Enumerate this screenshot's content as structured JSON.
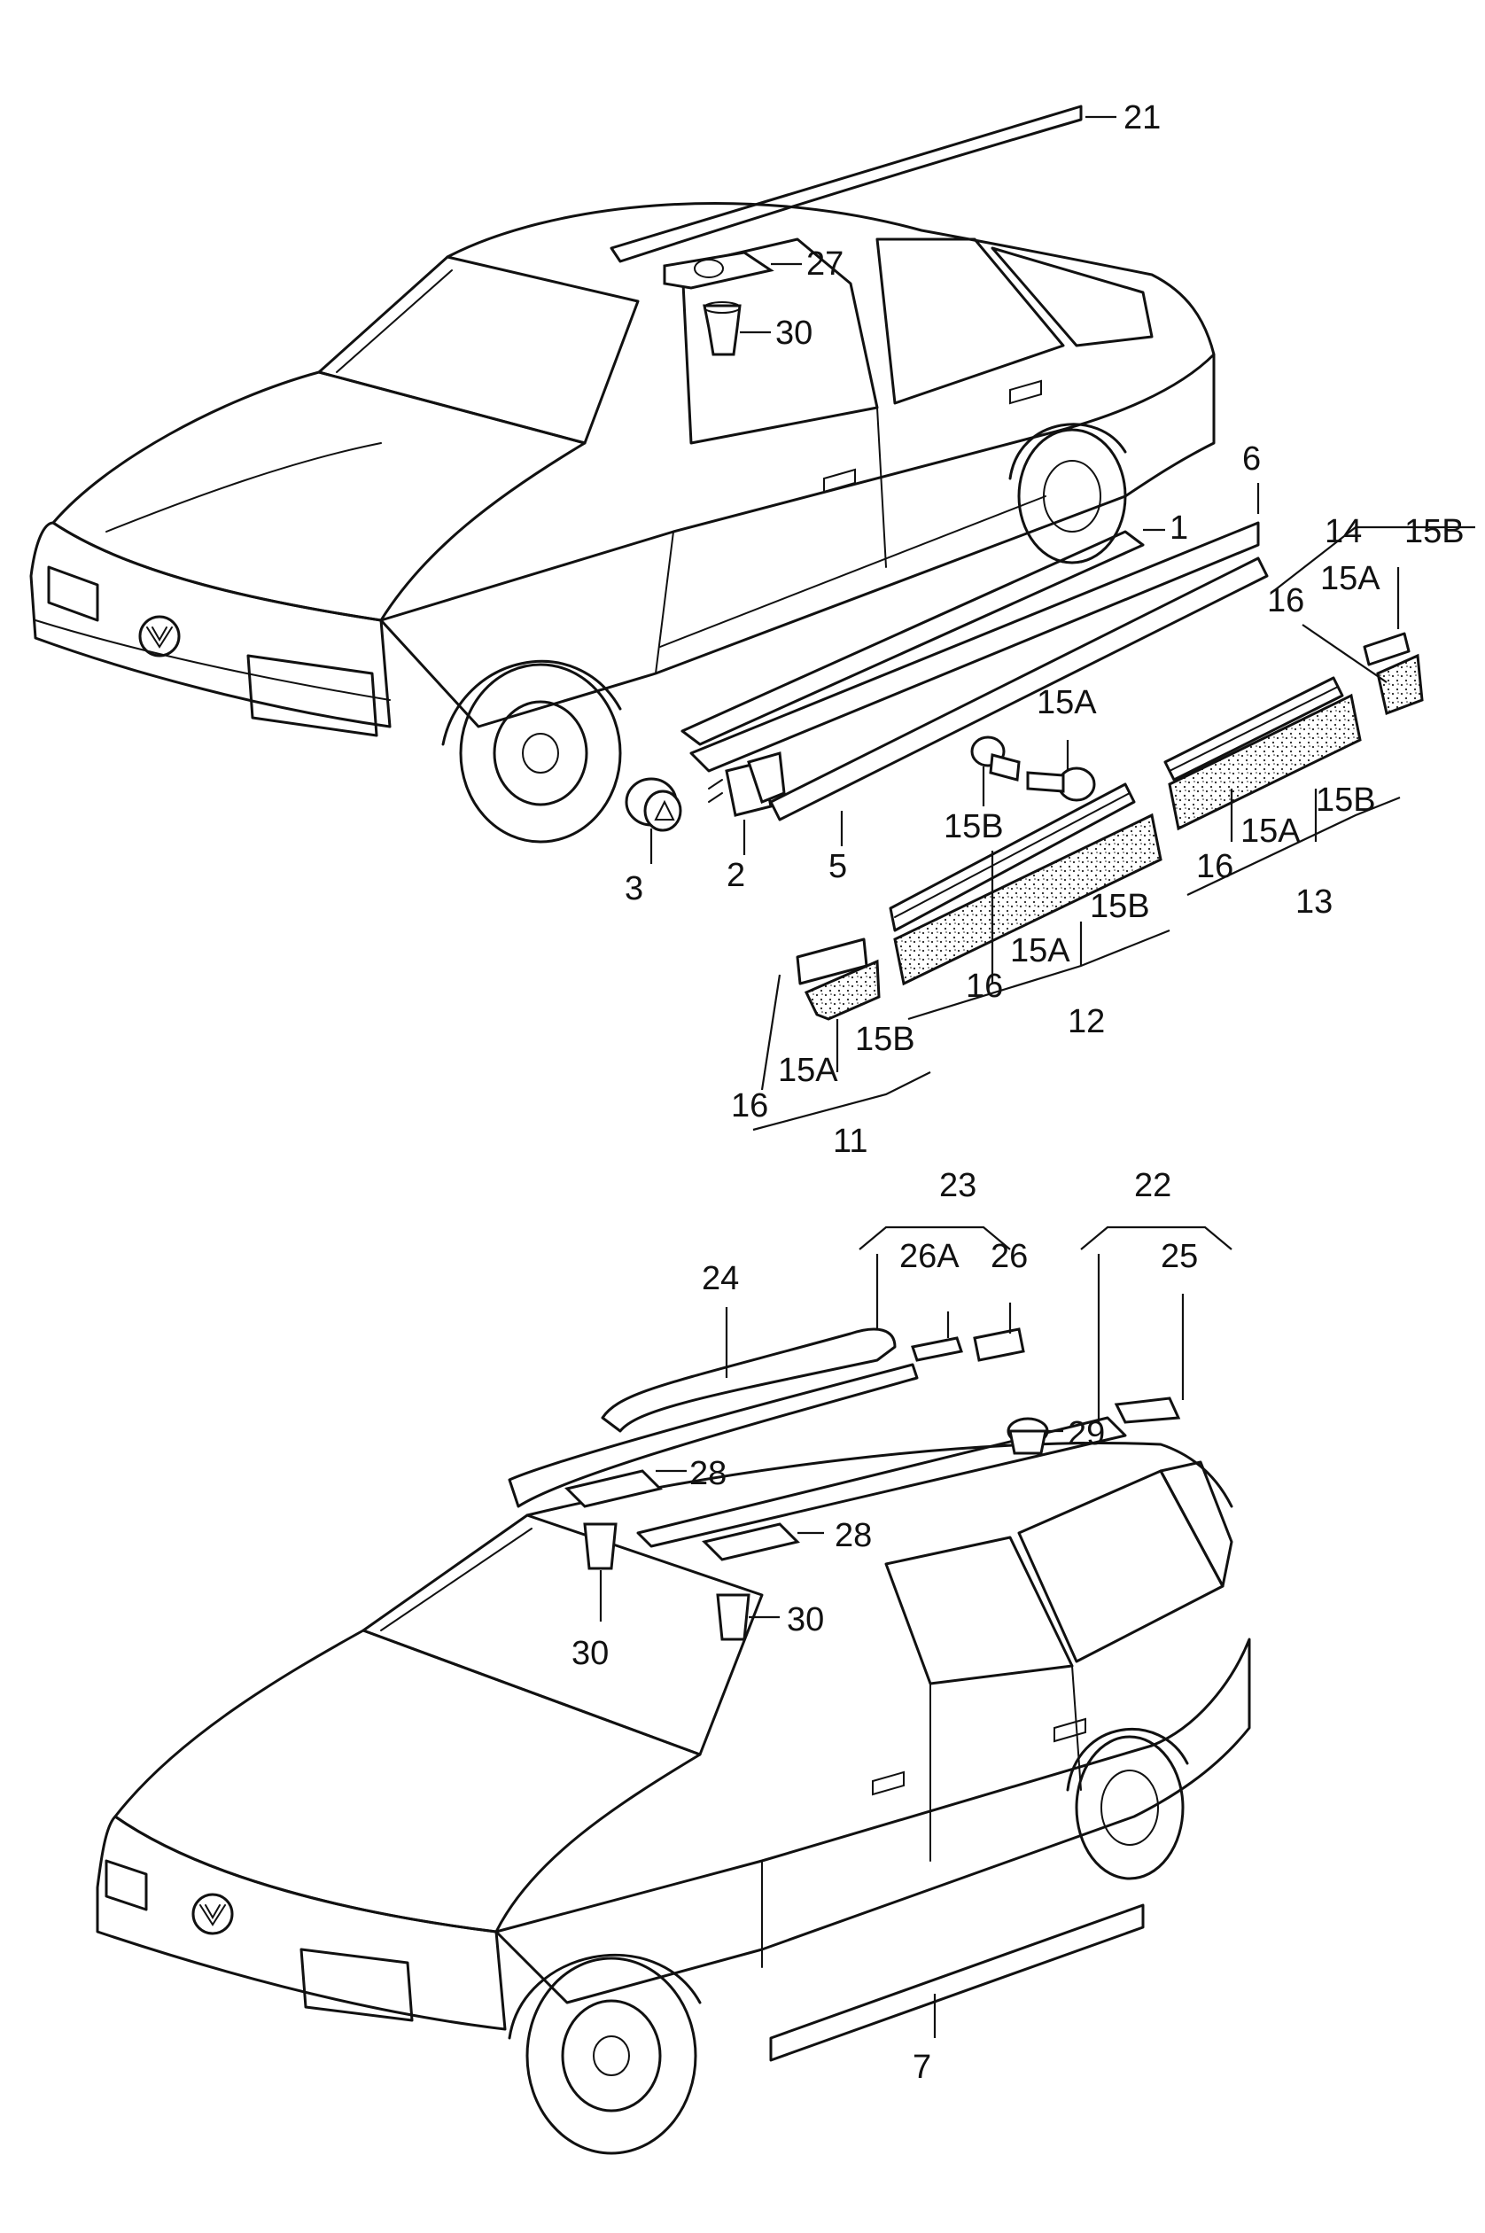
{
  "callouts": {
    "c21": "21",
    "c27": "27",
    "c30_top": "30",
    "c6": "6",
    "c1": "1",
    "c14": "14",
    "c15B_14": "15B",
    "c15A_14": "15A",
    "c16_14": "16",
    "c15A_clip": "15A",
    "c15B_clip": "15B",
    "c3": "3",
    "c2": "2",
    "c5": "5",
    "c15B_13": "15B",
    "c15A_13": "15A",
    "c16_13": "16",
    "c13": "13",
    "c15B_12": "15B",
    "c15A_12": "15A",
    "c16_12": "16",
    "c12": "12",
    "c15B_11": "15B",
    "c15A_11": "15A",
    "c16_11": "16",
    "c11": "11",
    "c23": "23",
    "c22": "22",
    "c24": "24",
    "c26A": "26A",
    "c26": "26",
    "c25": "25",
    "c29": "29",
    "c28_left": "28",
    "c28_right": "28",
    "c30_left": "30",
    "c30_right": "30",
    "c7": "7"
  }
}
